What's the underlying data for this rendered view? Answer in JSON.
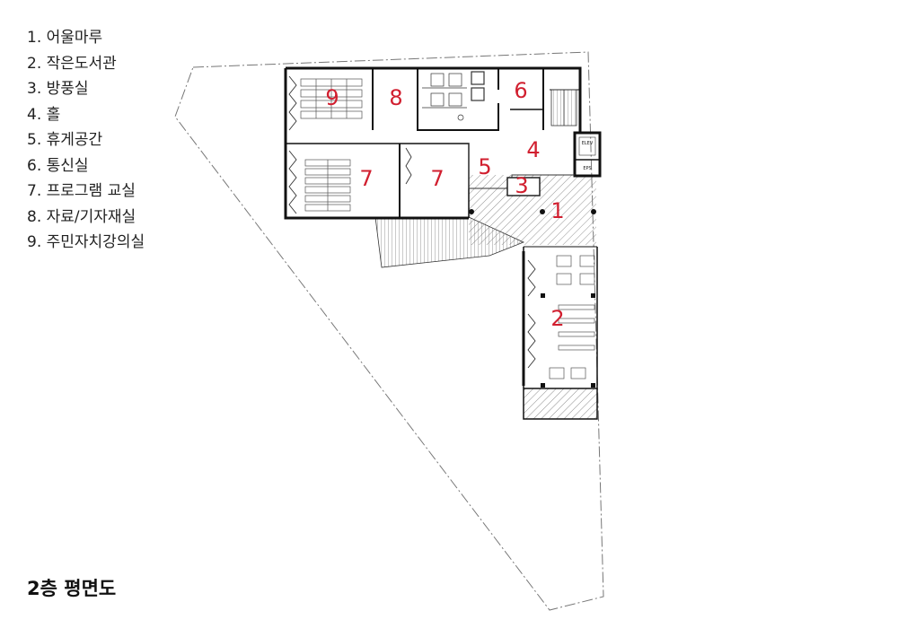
{
  "legend": [
    "1. 어울마루",
    "2. 작은도서관",
    "3. 방풍실",
    "4. 홀",
    "5. 휴게공간",
    "6. 통신실",
    "7. 프로그램 교실",
    "8. 자료/기자재실",
    "9. 주민자치강의실"
  ],
  "rooms": {
    "r9": "9",
    "r8": "8",
    "r6": "6",
    "r4": "4",
    "r5": "5",
    "r7a": "7",
    "r7b": "7",
    "r3": "3",
    "r1": "1",
    "r2": "2"
  },
  "tags": {
    "elev": "ELEV",
    "eps": "EPS"
  },
  "caption": "2층 평면도",
  "colors": {
    "room_number": "#d11f2f",
    "wall": "#111111",
    "line": "#555555"
  }
}
